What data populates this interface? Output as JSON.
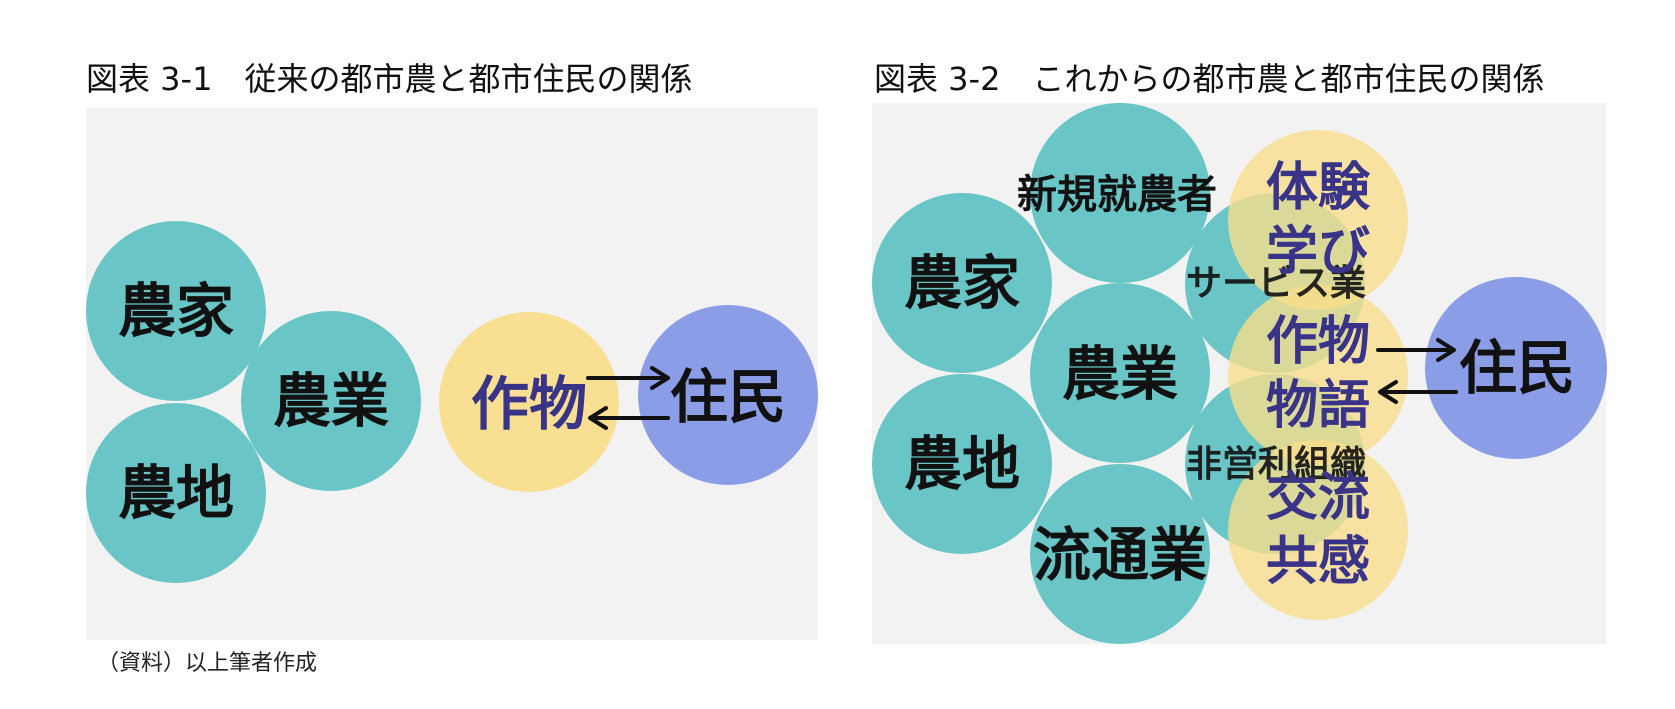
{
  "figure_left": {
    "title": "図表 3-1　従来の都市農と都市住民の関係",
    "nodes": {
      "farmer": "農家",
      "agriculture": "農業",
      "farmland": "農地",
      "crops": "作物",
      "residents": "住民"
    }
  },
  "figure_right": {
    "title": "図表 3-2　これからの都市農と都市住民の関係",
    "nodes": {
      "new_farmers": "新規就農者",
      "farmer": "農家",
      "agriculture": "農業",
      "farmland": "農地",
      "distribution": "流通業",
      "service": "サービス業",
      "nonprofit": "非営利組織",
      "exp_learn": "体験\n学び",
      "crop_story": "作物\n物語",
      "exchange": "交流\n共感",
      "residents": "住民"
    }
  },
  "source_note": "（資料）以上筆者作成",
  "colors": {
    "panel_bg": "#f2f2f2",
    "teal": "#69c5c6",
    "yellow": "#f9df92",
    "blue": "#8a9de6",
    "purple_text": "#3a3488"
  }
}
